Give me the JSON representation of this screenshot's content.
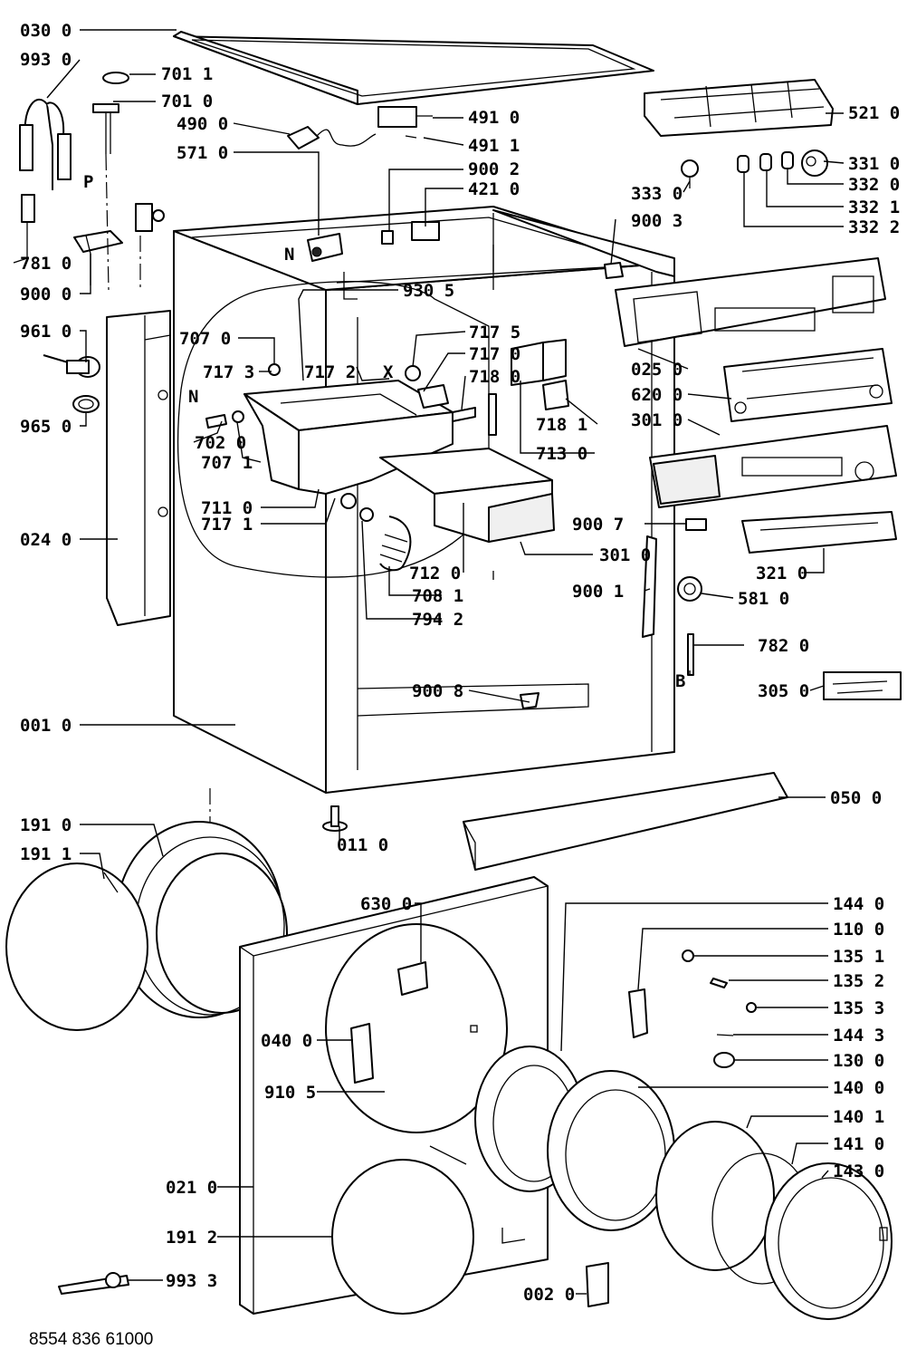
{
  "document": {
    "number": "8554 836 61000"
  },
  "part_labels": [
    "030 0",
    "993 0",
    "701 1",
    "701 0",
    "490 0",
    "491 0",
    "491 1",
    "521 0",
    "571 0",
    "900 2",
    "421 0",
    "331 0",
    "333 0",
    "332 0",
    "332 1",
    "332 2",
    "900 3",
    "781 0",
    "900 0",
    "930 5",
    "961 0",
    "707 0",
    "717 5",
    "717 0",
    "717 3",
    "717 2",
    "718 0",
    "025 0",
    "620 0",
    "702 0",
    "707 1",
    "718 1",
    "713 0",
    "301 0",
    "965 0",
    "711 0",
    "717 1",
    "900 7",
    "024 0",
    "712 0",
    "301 0",
    "321 0",
    "708 1",
    "900 1",
    "581 0",
    "794 2",
    "782 0",
    "900 8",
    "305 0",
    "001 0",
    "050 0",
    "191 0",
    "011 0",
    "191 1",
    "630 0",
    "144 0",
    "110 0",
    "135 1",
    "135 2",
    "135 3",
    "144 3",
    "040 0",
    "130 0",
    "140 0",
    "910 5",
    "140 1",
    "141 0",
    "021 0",
    "143 0",
    "191 2",
    "993 3",
    "002 0"
  ],
  "marker_letters": [
    "P",
    "N",
    "X",
    "N",
    "B"
  ]
}
